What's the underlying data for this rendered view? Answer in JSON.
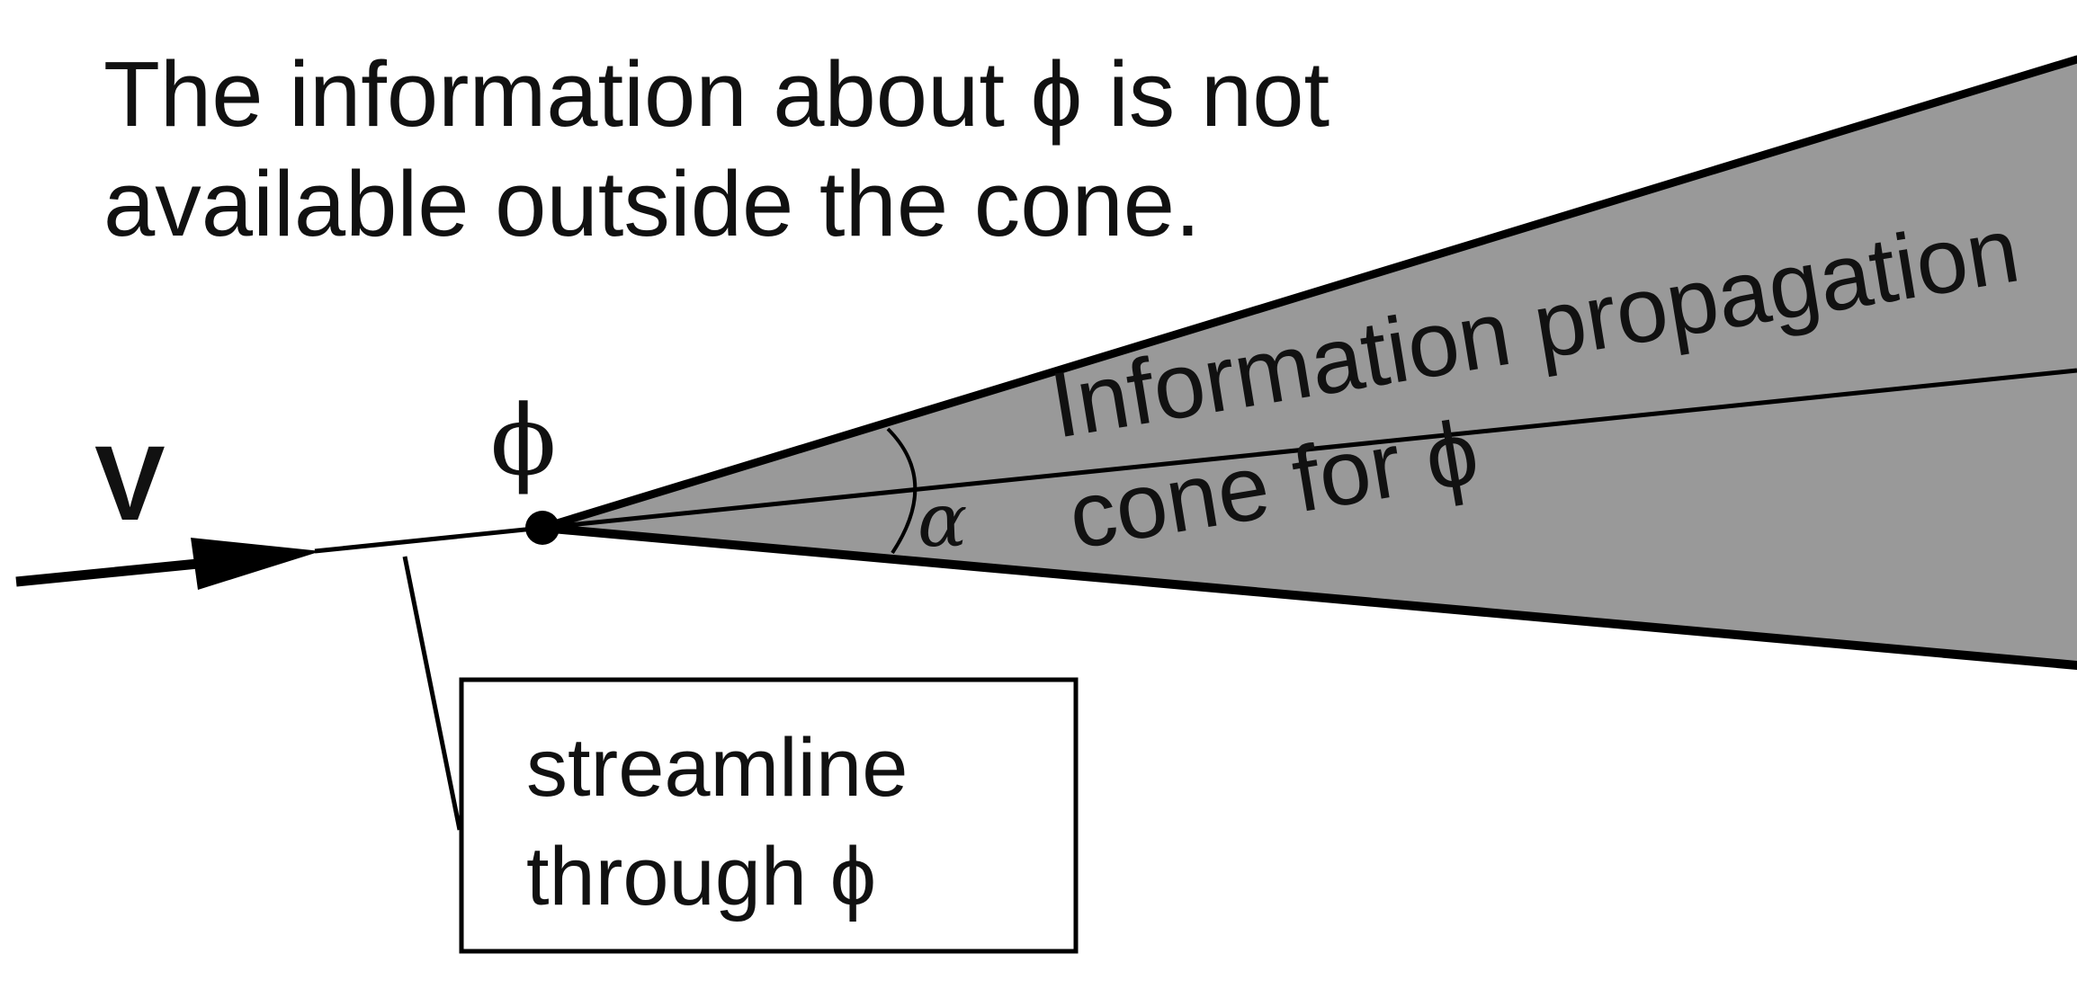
{
  "heading": {
    "line1": "The information about ϕ is not",
    "line2": "available outside the cone."
  },
  "velocity_label": "V",
  "point_label": "ϕ",
  "angle_label": "α",
  "cone_label": {
    "line1": "Information propagation",
    "line2": "cone for ϕ"
  },
  "callout": {
    "line1": "streamline",
    "line2": "through ϕ"
  },
  "colors": {
    "cone_fill": "#999999",
    "ink": "#000000",
    "background": "#ffffff",
    "text": "#111111"
  }
}
